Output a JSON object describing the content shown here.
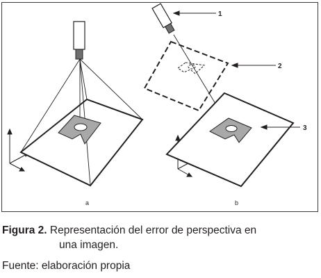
{
  "figure": {
    "callouts": [
      "1",
      "2",
      "3"
    ],
    "panel_labels": [
      "a",
      "b"
    ],
    "caption": {
      "label": "Figura 2.",
      "text_line1": " Representación del error de perspectiva en",
      "text_line2": "una imagen."
    },
    "source": "Fuente: elaboración propia",
    "colors": {
      "ink": "#231f20",
      "part_fill": "#a8a8a8",
      "camera_lens": "#707070"
    }
  }
}
